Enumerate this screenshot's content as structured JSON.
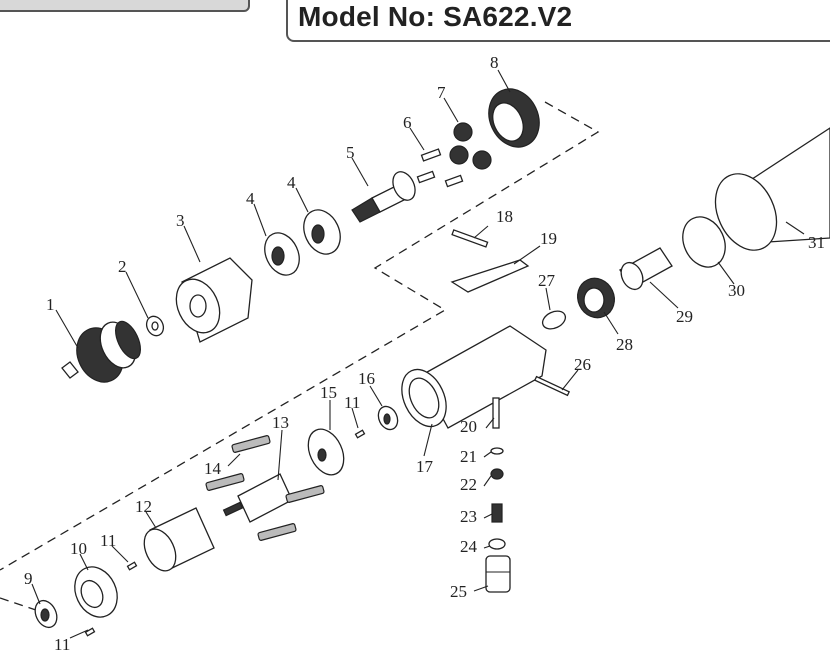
{
  "header": {
    "model_label": "Model No: SA622.V2"
  },
  "callouts": [
    {
      "id": "c1",
      "text": "1"
    },
    {
      "id": "c2",
      "text": "2"
    },
    {
      "id": "c3",
      "text": "3"
    },
    {
      "id": "c4a",
      "text": "4"
    },
    {
      "id": "c4b",
      "text": "4"
    },
    {
      "id": "c5",
      "text": "5"
    },
    {
      "id": "c6",
      "text": "6"
    },
    {
      "id": "c7",
      "text": "7"
    },
    {
      "id": "c8",
      "text": "8"
    },
    {
      "id": "c9",
      "text": "9"
    },
    {
      "id": "c10",
      "text": "10"
    },
    {
      "id": "c11a",
      "text": "11"
    },
    {
      "id": "c11b",
      "text": "11"
    },
    {
      "id": "c11c",
      "text": "11"
    },
    {
      "id": "c12",
      "text": "12"
    },
    {
      "id": "c13",
      "text": "13"
    },
    {
      "id": "c14",
      "text": "14"
    },
    {
      "id": "c15",
      "text": "15"
    },
    {
      "id": "c16",
      "text": "16"
    },
    {
      "id": "c17",
      "text": "17"
    },
    {
      "id": "c18",
      "text": "18"
    },
    {
      "id": "c19",
      "text": "19"
    },
    {
      "id": "c20",
      "text": "20"
    },
    {
      "id": "c21",
      "text": "21"
    },
    {
      "id": "c22",
      "text": "22"
    },
    {
      "id": "c23",
      "text": "23"
    },
    {
      "id": "c24",
      "text": "24"
    },
    {
      "id": "c25",
      "text": "25"
    },
    {
      "id": "c26",
      "text": "26"
    },
    {
      "id": "c27",
      "text": "27"
    },
    {
      "id": "c28",
      "text": "28"
    },
    {
      "id": "c29",
      "text": "29"
    },
    {
      "id": "c30",
      "text": "30"
    },
    {
      "id": "c31",
      "text": "31"
    }
  ]
}
